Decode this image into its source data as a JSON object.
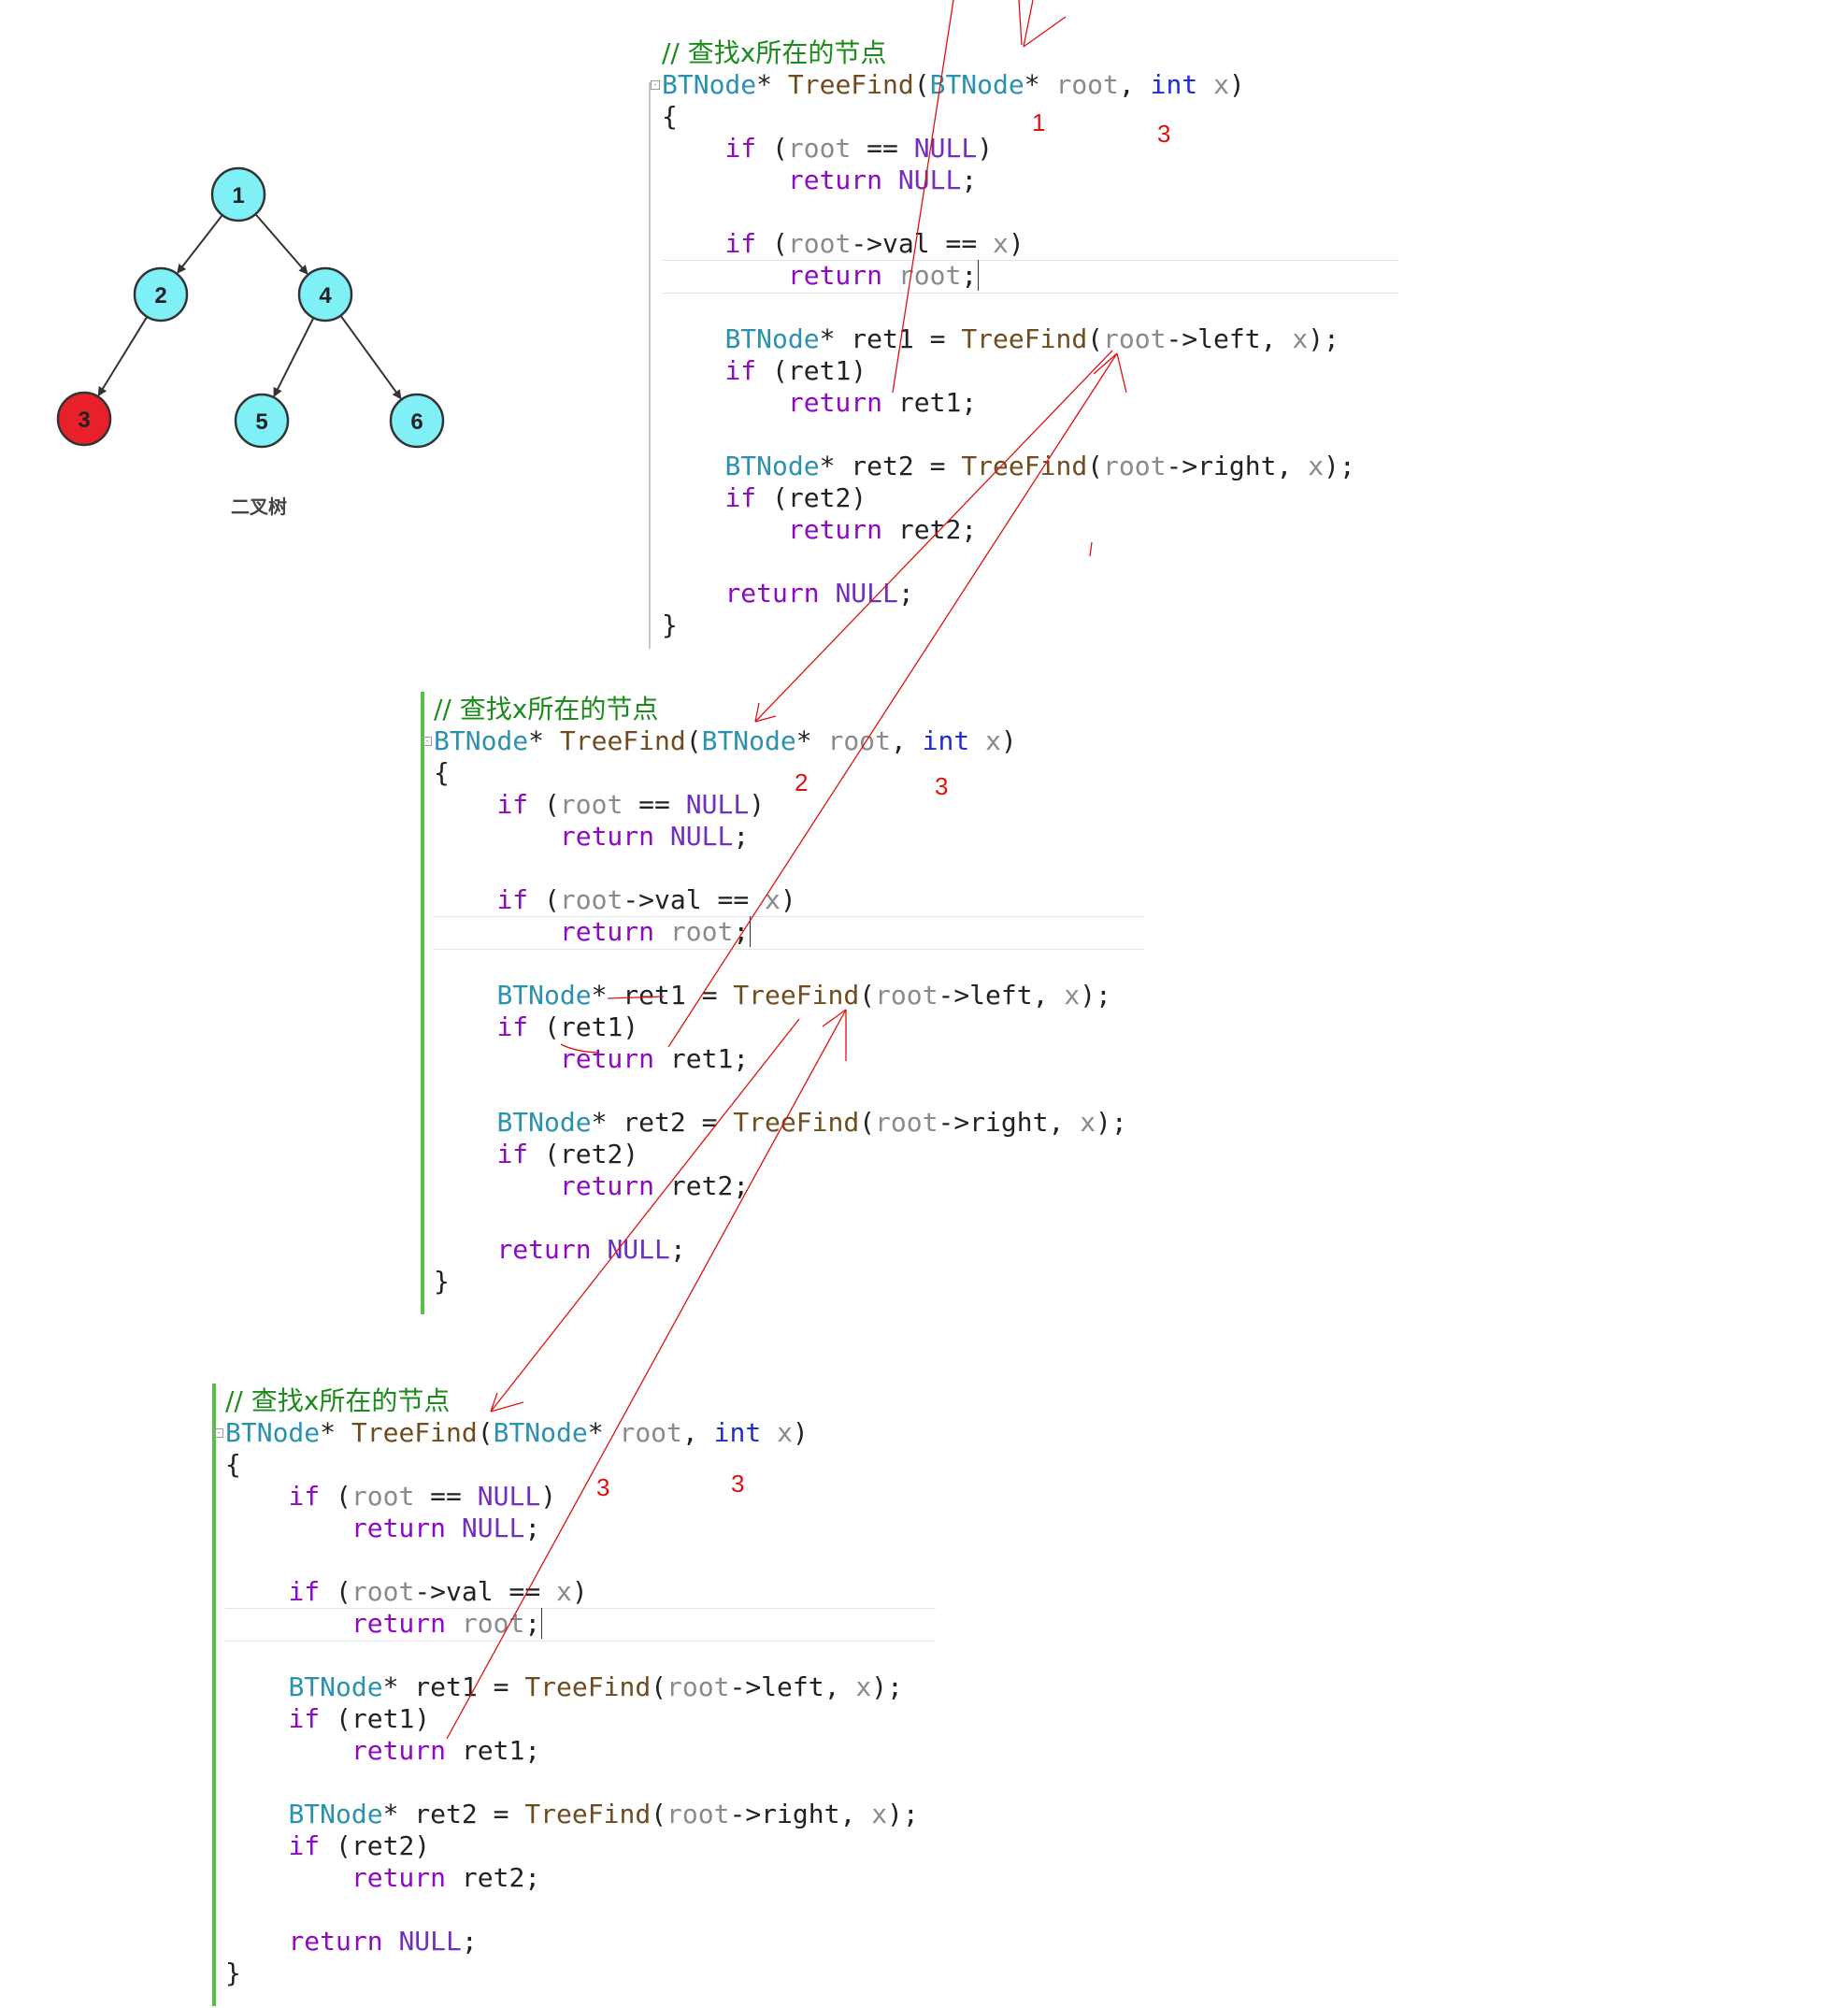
{
  "tree": {
    "caption": "二叉树",
    "nodes": [
      {
        "id": "1",
        "label": "1",
        "highlight": false
      },
      {
        "id": "2",
        "label": "2",
        "highlight": false
      },
      {
        "id": "4",
        "label": "4",
        "highlight": false
      },
      {
        "id": "3",
        "label": "3",
        "highlight": true
      },
      {
        "id": "5",
        "label": "5",
        "highlight": false
      },
      {
        "id": "6",
        "label": "6",
        "highlight": false
      }
    ],
    "edges": [
      [
        "1",
        "2"
      ],
      [
        "1",
        "4"
      ],
      [
        "2",
        "3"
      ],
      [
        "4",
        "5"
      ],
      [
        "4",
        "6"
      ]
    ],
    "colors": {
      "node_fill": "#7ff0f5",
      "node_highlight": "#e8202a",
      "stroke": "#333333"
    }
  },
  "code": {
    "comment": "// 查找x所在的节点",
    "tokens": {
      "btnode": "BTNode",
      "star": "*",
      "treefind": "TreeFind",
      "root": "root",
      "int": "int",
      "x": "x",
      "if": "if",
      "return": "return",
      "null": "NULL",
      "val": "val",
      "left": "left",
      "right": "right",
      "ret1": "ret1",
      "ret2": "ret2",
      "open_brace": "{",
      "close_brace": "}"
    }
  },
  "annotations": {
    "block1": [
      "1",
      "3"
    ],
    "block2": [
      "2",
      "3"
    ],
    "block3": [
      "3",
      "3"
    ]
  },
  "colors": {
    "annotation_red": "#e01010",
    "gutter_green": "#55c244",
    "comment_green": "#1b8c1b"
  }
}
